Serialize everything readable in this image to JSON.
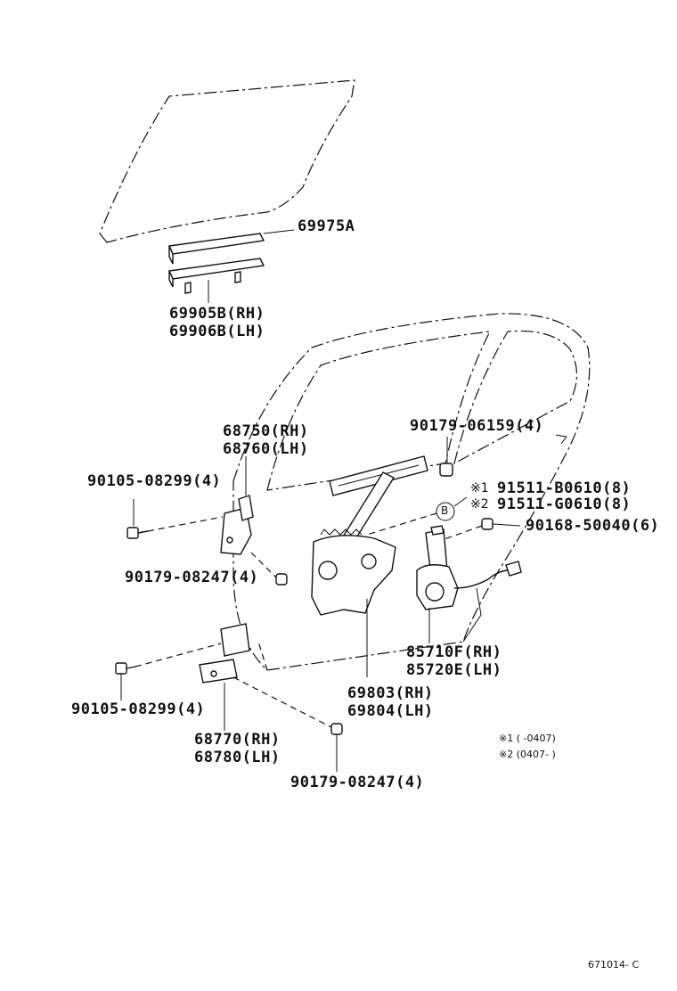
{
  "labels": {
    "p69975A": "69975A",
    "p69905B": "69905B(RH)",
    "p69906B": "69906B(LH)",
    "p68750": "68750(RH)",
    "p68760": "68760(LH)",
    "p90179_06159": "90179-06159(4)",
    "p90105_top": "90105-08299(4)",
    "p91511_B": "91511-B0610(8)",
    "p91511_G": "91511-G0610(8)",
    "p90168": "90168-50040(6)",
    "p90179_mid": "90179-08247(4)",
    "p85710F": "85710F(RH)",
    "p85720E": "85720E(LH)",
    "p90105_bot": "90105-08299(4)",
    "p69803": "69803(RH)",
    "p69804": "69804(LH)",
    "p68770": "68770(RH)",
    "p68780": "68780(LH)",
    "p90179_bot": "90179-08247(4)",
    "mark1": "※1",
    "mark2": "※2",
    "callout_b": "B"
  },
  "notes": {
    "note1": "※1 (       -0407)",
    "note2": "※2 (0407-         )"
  },
  "footer": {
    "code": "671014- C"
  },
  "icons": [
    "door-glass",
    "glass-channel",
    "window-regulator",
    "regulator-motor",
    "door-hinge-upper",
    "door-hinge-lower",
    "bolt",
    "nut",
    "door-outline"
  ]
}
